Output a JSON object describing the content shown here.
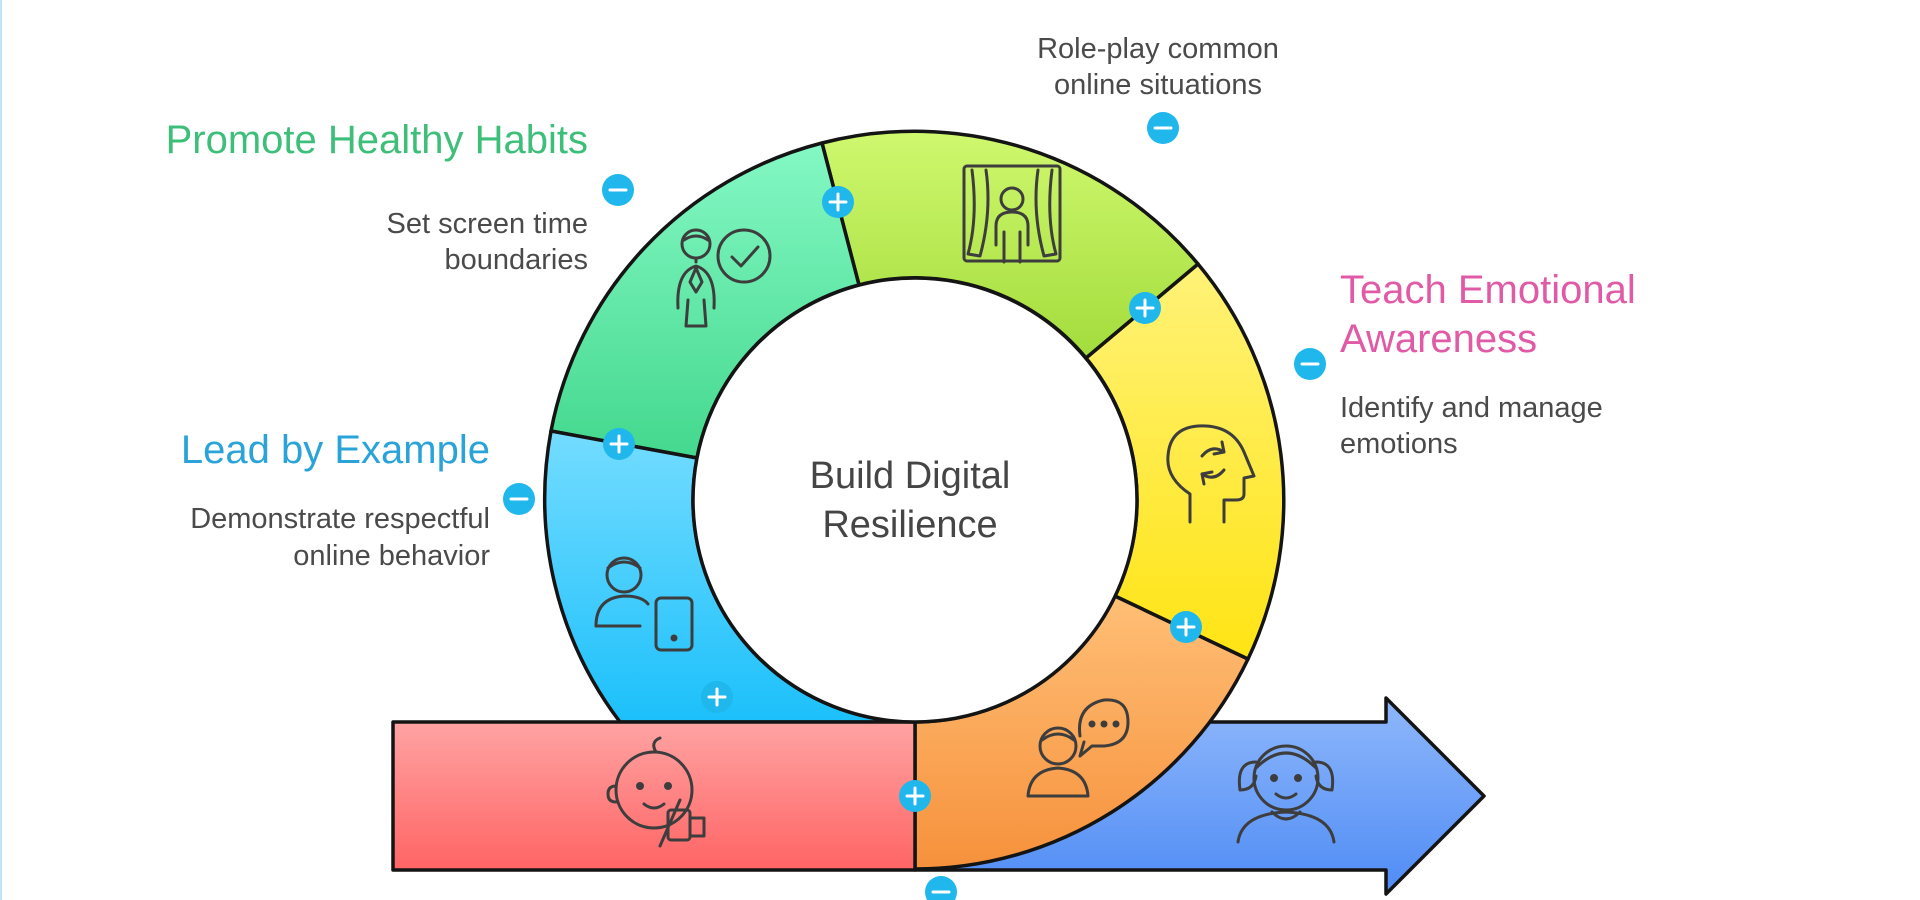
{
  "center": {
    "line1": "Build Digital",
    "line2": "Resilience"
  },
  "sections": {
    "role_play": {
      "body_line1": "Role-play common",
      "body_line2": "online situations",
      "icon": "theater-stage-person-icon"
    },
    "healthy_habits": {
      "title": "Promote Healthy Habits",
      "body_line1": "Set screen time",
      "body_line2": "boundaries",
      "color": "#3dbf7a",
      "icon": "person-checkmark-icon"
    },
    "emotional": {
      "title_line1": "Teach Emotional",
      "title_line2": "Awareness",
      "body_line1": "Identify and manage",
      "body_line2": "emotions",
      "color": "#e05aa6",
      "icon": "head-refresh-icon"
    },
    "lead_example": {
      "title": "Lead by Example",
      "body_line1": "Demonstrate respectful",
      "body_line2": "online behavior",
      "color": "#2aa3d8",
      "icon": "person-phone-icon"
    }
  },
  "stages": {
    "start": {
      "icon": "baby-no-phone-icon",
      "color": "#ff6b6b"
    },
    "communication": {
      "icon": "person-speech-bubble-icon",
      "color": "#f89c4a"
    },
    "end": {
      "icon": "child-smiling-icon",
      "color": "#5b95f5"
    }
  },
  "colors": {
    "accent_control": "#1fb7ec",
    "outline": "#141414"
  }
}
